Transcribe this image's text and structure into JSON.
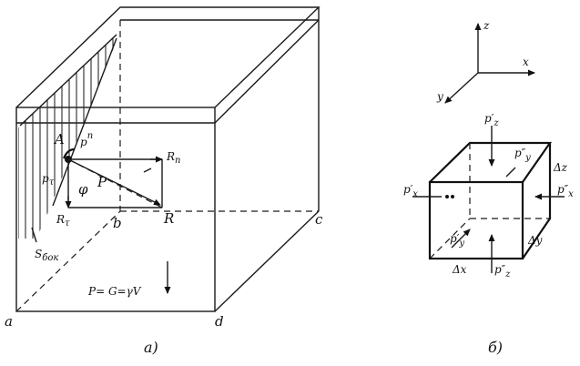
{
  "left_figure": {
    "caption": "а)",
    "corner_labels": {
      "a": "a",
      "b": "b",
      "c": "c",
      "d": "d"
    },
    "point_A": "A",
    "p_n": "p",
    "p_n_sub": "n",
    "R_n": "R",
    "R_n_sub": "n",
    "p_tau": "p",
    "p_tau_sub": "τ",
    "phi": "φ",
    "P": "P",
    "R": "R",
    "R_tau": "R",
    "R_tau_sub": "τ",
    "S_bok": "S",
    "S_bok_sub": "бок",
    "weight_formula": "P= G=γV"
  },
  "right_figure": {
    "caption": "б)",
    "axis_z": "z",
    "axis_x": "x",
    "axis_y": "y",
    "pz_top": "p′",
    "pz_top_sub": "z",
    "py_back": "p″",
    "py_back_sub": "y",
    "px_left": "p′",
    "px_left_sub": "x",
    "px_right": "p″",
    "px_right_sub": "x",
    "py_front": "p′",
    "py_front_sub": "y",
    "pz_bottom": "p″",
    "pz_bottom_sub": "z",
    "dx": "Δx",
    "dy": "Δy",
    "dz": "Δz"
  }
}
